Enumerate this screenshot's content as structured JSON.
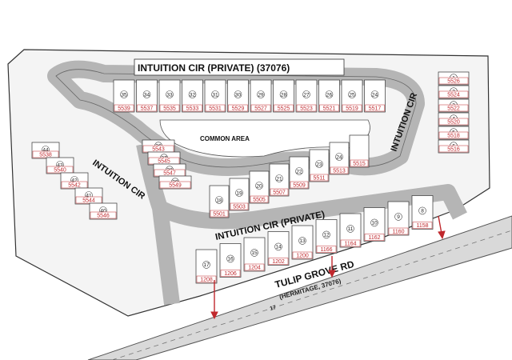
{
  "roads": {
    "top_label": "INTUITION CIR (PRIVATE) (37076)",
    "middle_label": "INTUITION CIR (PRIVATE)",
    "east_label": "INTUITION CIR",
    "west_label": "INTUITION CIR",
    "main_road_label": "TULIP GROVE RD",
    "main_road_sublabel": "(HERMITAGE, 37076)",
    "road_number": "17"
  },
  "common_area": "COMMON AREA",
  "lots_top": [
    {
      "lot": "35",
      "addr": "5539"
    },
    {
      "lot": "34",
      "addr": "5537"
    },
    {
      "lot": "33",
      "addr": "5535"
    },
    {
      "lot": "32",
      "addr": "5533"
    },
    {
      "lot": "31",
      "addr": "5531"
    },
    {
      "lot": "30",
      "addr": "5529"
    },
    {
      "lot": "29",
      "addr": "5527"
    },
    {
      "lot": "28",
      "addr": "5525"
    },
    {
      "lot": "27",
      "addr": "5523"
    },
    {
      "lot": "26",
      "addr": "5521"
    },
    {
      "lot": "25",
      "addr": "5519"
    },
    {
      "lot": "24",
      "addr": "5517"
    }
  ],
  "lots_east": [
    {
      "lot": "1",
      "addr": "5526"
    },
    {
      "lot": "2",
      "addr": "5524"
    },
    {
      "lot": "3",
      "addr": "5522"
    },
    {
      "lot": "4",
      "addr": "5520"
    },
    {
      "lot": "5",
      "addr": "5518"
    },
    {
      "lot": "6",
      "addr": "5516"
    }
  ],
  "lots_west_cluster": [
    {
      "lot": "44",
      "addr": "5538"
    },
    {
      "lot": "43",
      "addr": "5540"
    },
    {
      "lot": "42",
      "addr": "5542"
    },
    {
      "lot": "41",
      "addr": "5544"
    },
    {
      "lot": "40",
      "addr": "5546"
    }
  ],
  "lots_center_west": [
    {
      "lot": "36",
      "addr": "5543"
    },
    {
      "lot": "37",
      "addr": "5545"
    },
    {
      "lot": "38",
      "addr": "5547"
    },
    {
      "lot": "39",
      "addr": "5549"
    }
  ],
  "lots_center": [
    {
      "lot": "18",
      "addr": "5501"
    },
    {
      "lot": "19",
      "addr": "5503"
    },
    {
      "lot": "20",
      "addr": "5505"
    },
    {
      "lot": "21",
      "addr": "5507"
    },
    {
      "lot": "22",
      "addr": "5509"
    },
    {
      "lot": "23",
      "addr": "5511"
    },
    {
      "lot": "24",
      "addr": "5513"
    },
    {
      "lot": "",
      "addr": "5515"
    }
  ],
  "lots_south": [
    {
      "lot": "17",
      "addr": "1208"
    },
    {
      "lot": "16",
      "addr": "1206"
    },
    {
      "lot": "15",
      "addr": "1204"
    },
    {
      "lot": "14",
      "addr": "1202"
    },
    {
      "lot": "13",
      "addr": "1200"
    },
    {
      "lot": "12",
      "addr": "1166"
    },
    {
      "lot": "11",
      "addr": "1164"
    },
    {
      "lot": "10",
      "addr": "1162"
    },
    {
      "lot": "9",
      "addr": "1160"
    },
    {
      "lot": "8",
      "addr": "1158"
    }
  ],
  "colors": {
    "road": "#bdbdbd",
    "road_edge": "#555555",
    "address": "#c0282d",
    "lot_line": "#333333",
    "background": "#ffffff"
  }
}
